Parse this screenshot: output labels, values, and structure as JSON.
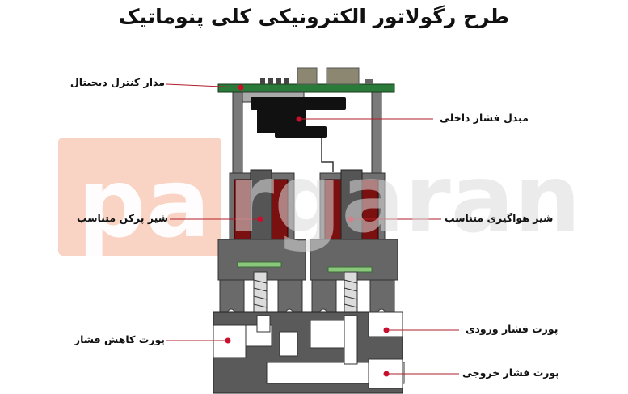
{
  "title": "طرح رگولاتور الکترونیکی کلی پنوماتیک",
  "watermark": "pargaran",
  "labels": {
    "digital_control_circuit": "مدار کنترل دیجیتال",
    "internal_pressure_transducer": "مبدل فشار داخلی",
    "proportional_fill_valve": "شیر پرکن متناسب",
    "proportional_exhaust_valve": "شیر هواگیری متناسب",
    "inlet_pressure_port": "پورت فشار ورودی",
    "pressure_relief_port": "پورت کاهش فشار",
    "outlet_pressure_port": "پورت فشار خروجی"
  },
  "colors": {
    "leader": "#b21e2b",
    "dot": "#c8102e",
    "coil": "#7a1010",
    "body": "#5a5a5a",
    "pcb": "#2a7a3a",
    "watermark_orange": "#f7c9b5",
    "watermark_grey": "#dcdcdc"
  }
}
